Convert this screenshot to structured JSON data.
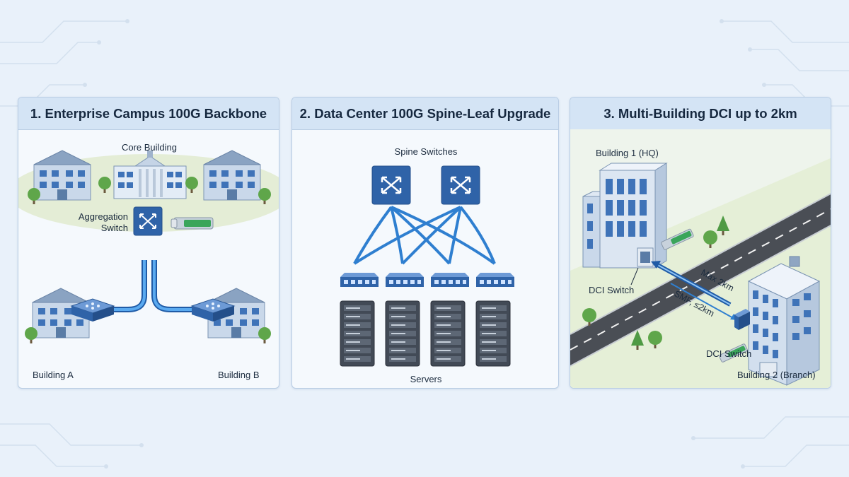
{
  "panels": [
    {
      "title": "1. Enterprise Campus 100G Backbone",
      "labels": {
        "core": "Core Building",
        "agg_line1": "Aggregation",
        "agg_line2": "Switch",
        "building_a": "Building A",
        "building_b": "Building B"
      }
    },
    {
      "title": "2. Data Center 100G Spine-Leaf Upgrade",
      "labels": {
        "spine": "Spine Switches",
        "servers": "Servers"
      }
    },
    {
      "title": "3. Multi-Building DCI up to 2km",
      "labels": {
        "b1": "Building 1 (HQ)",
        "dci1": "DCI Switch",
        "dci2": "DCI Switch",
        "max": "Max 2km",
        "smf": "SMF, ≤2km",
        "b2": "Building 2 (Branch)"
      }
    }
  ],
  "colors": {
    "accent": "#2f6cb3",
    "cable": "#3a8ee0",
    "switch": "#2f63a8",
    "header": "#d4e4f5",
    "grass": "#e6efd8"
  }
}
